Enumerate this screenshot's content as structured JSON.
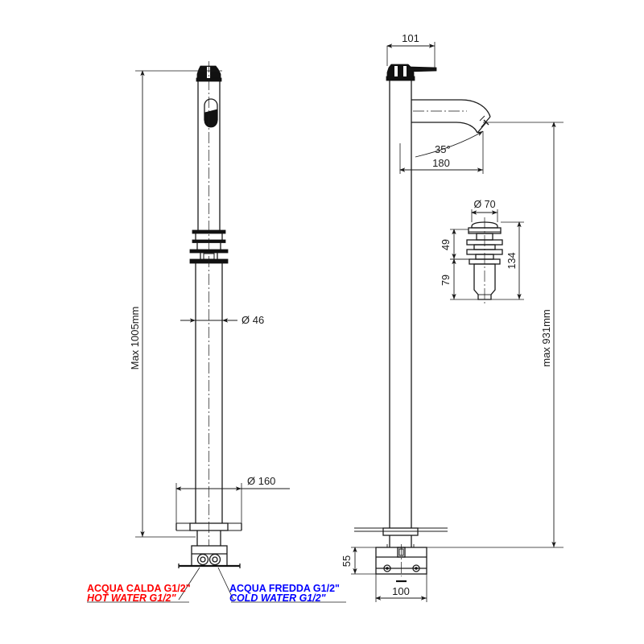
{
  "document": {
    "title": "Floor standing basin mixer technical drawing",
    "background_color": "#ffffff",
    "line_color": "#1a1a1a"
  },
  "colors": {
    "hot_water": "#ff0000",
    "cold_water": "#0000ff",
    "line": "#1a1a1a"
  },
  "left_view": {
    "name": "front-elevation",
    "dimensions": {
      "overall_height": "Max 1005mm",
      "column_diameter": "Ø 46",
      "base_plate_diameter": "Ø 160"
    }
  },
  "right_view": {
    "name": "side-elevation",
    "dimensions": {
      "handle_offset": "101",
      "spout_angle": "35°",
      "spout_reach": "180",
      "overall_height": "max 931mm",
      "base_height": "55",
      "base_width": "100"
    }
  },
  "detail_view": {
    "name": "pop-up-waste-detail",
    "dimensions": {
      "cap_diameter": "Ø 70",
      "upper_section": "49",
      "lower_section": "79",
      "total_height": "134"
    }
  },
  "callouts": {
    "hot": {
      "line1": "ACQUA CALDA G1/2\"",
      "line2": "HOT WATER G1/2\""
    },
    "cold": {
      "line1": "ACQUA FREDDA G1/2\"",
      "line2": "COLD WATER G1/2\""
    }
  }
}
